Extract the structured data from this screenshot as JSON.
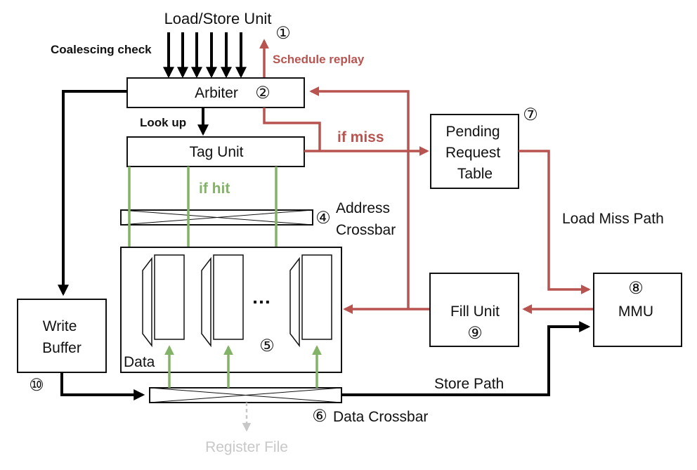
{
  "colors": {
    "black": "#000000",
    "red": "#b85450",
    "green": "#82b366",
    "grey": "#c8c8c8"
  },
  "labels": {
    "load_store_unit": "Load/Store Unit",
    "coalescing_check": "Coalescing check",
    "schedule_replay": "Schedule replay",
    "arbiter": "Arbiter",
    "look_up": "Look up",
    "tag_unit": "Tag Unit",
    "if_miss": "if miss",
    "if_hit": "if hit",
    "pending_request_table": [
      "Pending",
      "Request",
      "Table"
    ],
    "address_crossbar": [
      "Address",
      "Crossbar"
    ],
    "load_miss_path": "Load Miss Path",
    "mmu": "MMU",
    "fill_unit": "Fill Unit",
    "write_buffer": [
      "Write",
      "Buffer"
    ],
    "data": "Data",
    "dots": "…",
    "store_path": "Store Path",
    "data_crossbar": "Data Crossbar",
    "register_file": "Register File"
  },
  "numbers": {
    "n1": "①",
    "n2": "②",
    "n4": "④",
    "n5": "⑤",
    "n6": "⑥",
    "n7": "⑦",
    "n8": "⑧",
    "n9": "⑨",
    "n10": "⑩"
  }
}
